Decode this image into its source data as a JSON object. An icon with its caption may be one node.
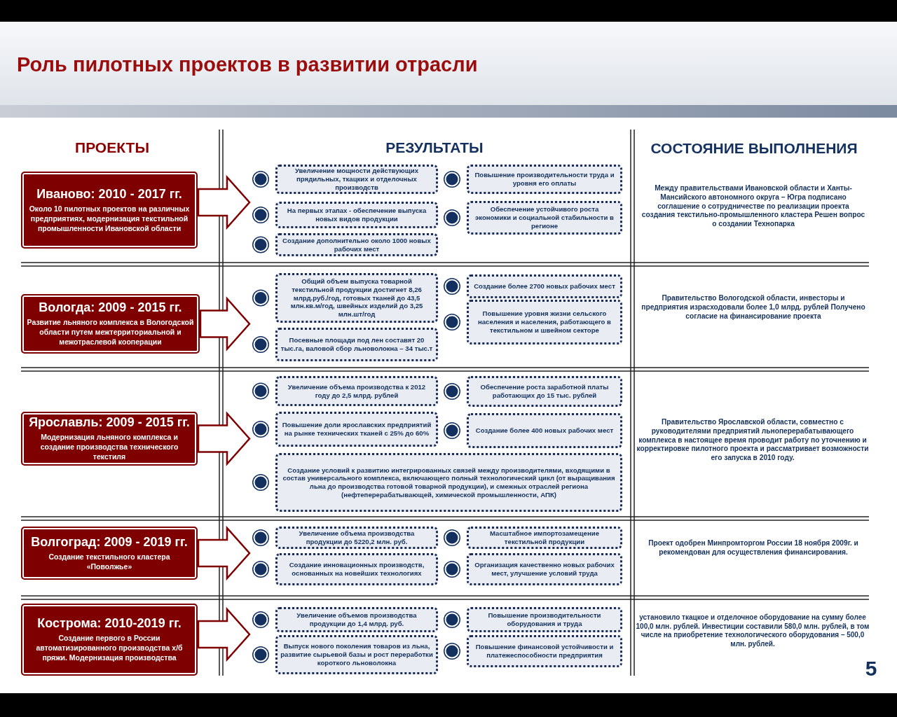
{
  "diagram": {
    "title": "Роль пилотных проектов в развитии отрасли",
    "nodes": [
      {
        "text": [
          "Иваново: 2010 - 2017 гг.",
          "Около 10 пилотных проектов на различных предприятиях, модернизация текстильной промышленности Ивановской области"
        ]
      },
      {
        "text": [
          "Увеличение мощности действующих прядильных, ткацких и отделочных производств"
        ]
      },
      {
        "text": [
          "На первых этапах - обеспечение выпуска новых видов продукции"
        ]
      },
      {
        "text": [
          "Создание дополнительно около 1000 новых рабочих мест"
        ]
      },
      {
        "text": [
          "Повышение производительности труда и уровня его оплаты"
        ]
      },
      {
        "text": [
          "Обеспечение устойчивого роста экономики и социальной стабильности в регионе"
        ]
      },
      {
        "text": [
          "Вологда: 2009 - 2015 гг.",
          "Развитие льняного комплекса в Вологодской области путем межтерриториальной и межотраслевой кооперации"
        ]
      },
      {
        "text": [
          "Общий объем выпуска товарной текстильной продукции достигнет 8,26 млрд.руб./год, готовых тканей до 43,5 млн.кв.м/год, швейных изделий до 3,25 млн.шт/год"
        ]
      },
      {
        "text": [
          "Посевные площади под лен составят 20 тыс.га, валовой сбор льноволокна – 34 тыс.т"
        ]
      },
      {
        "text": [
          "Создание более 2700 новых рабочих мест"
        ]
      },
      {
        "text": [
          "Повышение уровня жизни сельского населения и населения, работающего в текстильном и швейном секторе"
        ]
      },
      {
        "text": [
          "Ярославль: 2009 - 2015 гг.",
          "Модернизация льняного комплекса и создание производства технического текстиля"
        ]
      },
      {
        "text": [
          "Увеличение объема производства к 2012 году до 2,5 млрд. рублей"
        ]
      },
      {
        "text": [
          "Повышение доли ярославских предприятий на рынке технических тканей с 25% до 60%"
        ]
      },
      {
        "text": [
          "Обеспечение роста заработной платы работающих до 15 тыс. рублей"
        ]
      },
      {
        "text": [
          "Создание более 400 новых рабочих мест"
        ]
      },
      {
        "text": [
          "Создание условий к развитию интегрированных связей между производителями, входящими в состав универсального комплекса, включающего полный технологический цикл (от выращивания льна до производства готовой товарной продукции), и смежных отраслей региона (нефтеперерабатывающей, химической промышленности, АПК)"
        ]
      },
      {
        "text": [
          "Волгоград: 2009 - 2019 гг.",
          "Создание текстильного кластера «Поволжье»"
        ]
      },
      {
        "text": [
          "Увеличение объема производства продукции до 5220,2 млн. руб."
        ]
      },
      {
        "text": [
          "Создание инновационных производств, основанных на новейших технологиях"
        ]
      },
      {
        "text": [
          "Масштабное импортозамещение текстильной продукции"
        ]
      },
      {
        "text": [
          "Организация качественно новых рабочих мест, улучшение условий труда"
        ]
      },
      {
        "text": [
          "Кострома: 2010-2019 гг.",
          "Создание первого в России автоматизированного производства х/б пряжи. Модернизация производства"
        ]
      },
      {
        "text": [
          "Увеличение объемов производства продукции до 1,4 млрд. руб."
        ]
      },
      {
        "text": [
          "Выпуск нового поколения товаров из льна, развитие сырьевой базы и рост переработки короткого льноволокна"
        ]
      },
      {
        "text": [
          "Повышение производительности оборудования и труда"
        ]
      },
      {
        "text": [
          "Повышение финансовой устойчивости и платежеспособности предприятия"
        ]
      }
    ],
    "edges": [
      {
        "from": 0,
        "to": null,
        "arrow": "to"
      },
      {
        "from": 6,
        "to": null,
        "arrow": "to"
      },
      {
        "from": 11,
        "to": null,
        "arrow": "to"
      },
      {
        "from": 17,
        "to": null,
        "arrow": "to"
      },
      {
        "from": 22,
        "to": null,
        "arrow": "to"
      }
    ],
    "labels": [
      "ПРОЕКТЫ",
      "РЕЗУЛЬТАТЫ",
      "СОСТОЯНИЕ ВЫПОЛНЕНИЯ",
      "Между правительствами Ивановской области и Ханты-Мансийского автономного округа – Югра подписано соглашение о сотрудничестве по реализации проекта создания текстильно-промышленного кластера Решен вопрос о создании Технопарка",
      "Правительство Вологодской области, инвесторы и предприятия израсходовали более 1,0 млрд. рублей Получено согласие на финансирование проекта",
      "Правительство Ярославской области, совместно с руководителями предприятий льноперерабатывающего комплекса в настоящее время проводит работу по уточнению и корректировке пилотного проекта и рассматривает возможности его запуска в 2010 году.",
      "Проект одобрен Минпромторгом России 18 ноября 2009г. и рекомендован для осуществления финансирования.",
      "установило ткацкое и отделочное оборудование на сумму более 100,0 млн. рублей. Инвестиции составили 580,0 млн. рублей, в том числе на приобретение технологического оборудования – 500,0 млн. рублей.",
      "5"
    ]
  }
}
